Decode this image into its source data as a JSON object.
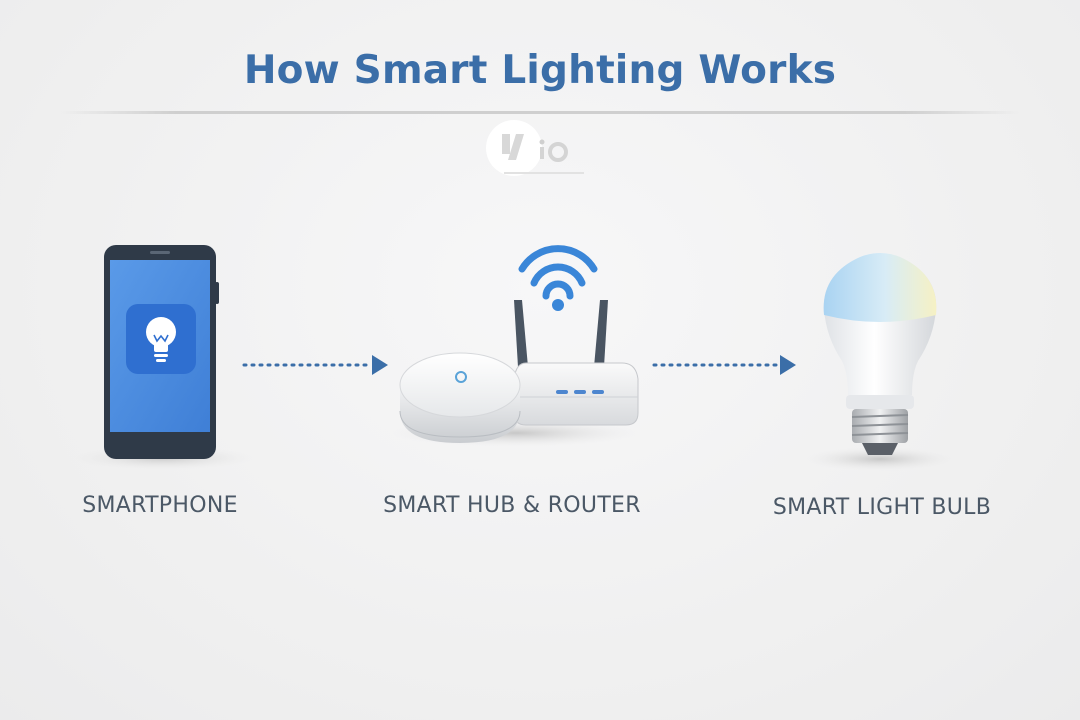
{
  "title": "How Smart Lighting Works",
  "colors": {
    "title": "#3b6ea8",
    "connector": "#3b6ea8",
    "label": "#4b5866",
    "phone_screen": "#4d8fe0",
    "app_icon": "#2f6fd0"
  },
  "nodes": [
    {
      "id": "smartphone",
      "label": "SMARTPHONE",
      "icon": "smartphone-with-lightbulb-app-icon"
    },
    {
      "id": "hub-router",
      "label": "SMART HUB & ROUTER",
      "icon": "smart-hub-and-wifi-router-icon"
    },
    {
      "id": "bulb",
      "label": "SMART LIGHT BULB",
      "icon": "smart-light-bulb-icon"
    }
  ],
  "edges": [
    {
      "from": "smartphone",
      "to": "hub-router",
      "style": "dotted-arrow"
    },
    {
      "from": "hub-router",
      "to": "bulb",
      "style": "dotted-arrow"
    }
  ]
}
